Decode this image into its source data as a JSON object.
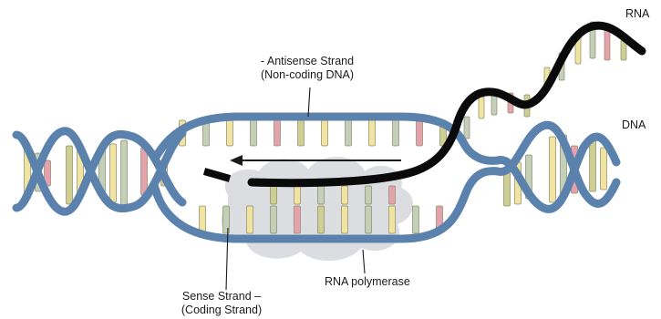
{
  "labels": {
    "rna": "RNA",
    "dna": "DNA",
    "antisense_line1": "- Antisense Strand",
    "antisense_line2": "(Non-coding DNA)",
    "sense_line1": "Sense Strand –",
    "sense_line2": "(Coding Strand)",
    "rna_polymerase": "RNA polymerase"
  },
  "colors": {
    "dna_backbone": "#5b82ad",
    "rna_strand": "#0a0a0a",
    "polymerase_blob": "#dcdde0",
    "base_yellow": "#f0e4a0",
    "base_green": "#c3cfb8",
    "base_pink": "#e5a2ad",
    "base_olive": "#cfcf94",
    "base_edge": "#8a8a6a",
    "arrow": "#1a1a1a"
  }
}
